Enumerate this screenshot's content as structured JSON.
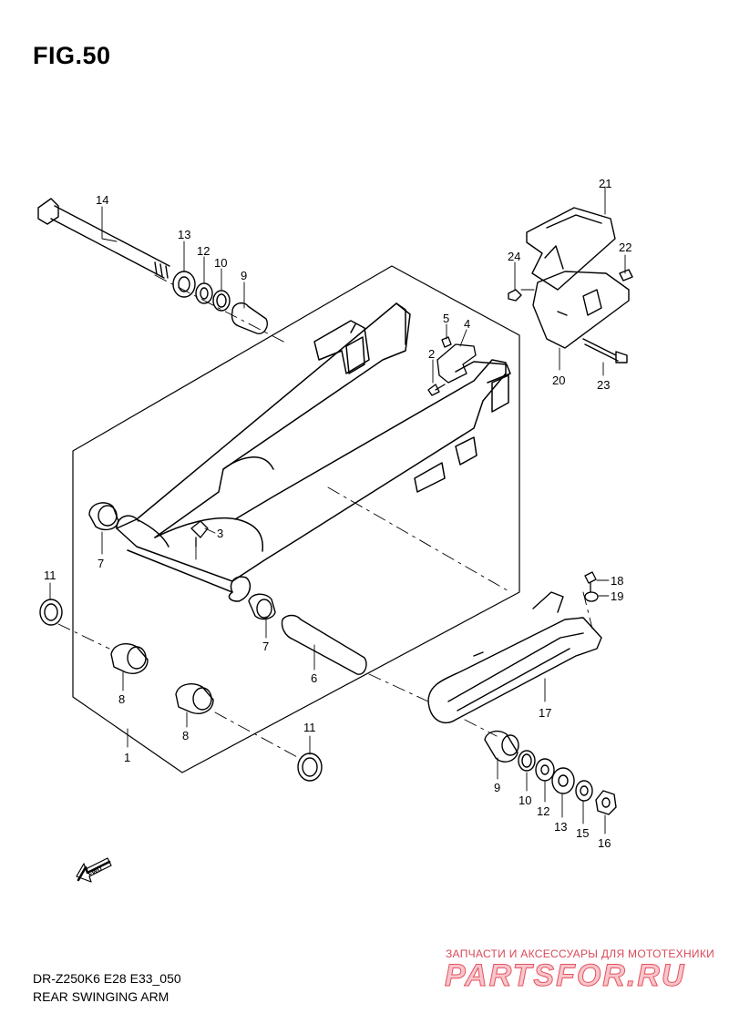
{
  "figure": {
    "title": "FIG.50"
  },
  "footer": {
    "model_code": "DR-Z250K6 E28 E33_050",
    "title": "REAR SWINGING ARM"
  },
  "watermark": {
    "tagline": "ЗАПЧАСТИ И АКСЕССУАРЫ ДЛЯ МОТОТЕХНИКИ",
    "logo": "PARTSFOR.RU",
    "color": "#e8505e"
  },
  "fwd_icon": {
    "label": "FWD",
    "icon": "fwd-arrow-icon"
  },
  "callouts": {
    "c1": "1",
    "c2": "2",
    "c3": "3",
    "c4": "4",
    "c5": "5",
    "c6": "6",
    "c7a": "7",
    "c7b": "7",
    "c8a": "8",
    "c8b": "8",
    "c9a": "9",
    "c9b": "9",
    "c10a": "10",
    "c10b": "10",
    "c11a": "11",
    "c11b": "11",
    "c12a": "12",
    "c12b": "12",
    "c13a": "13",
    "c13b": "13",
    "c14": "14",
    "c15": "15",
    "c16": "16",
    "c17": "17",
    "c18": "18",
    "c19": "19",
    "c20": "20",
    "c21": "21",
    "c22": "22",
    "c23": "23",
    "c24": "24"
  }
}
